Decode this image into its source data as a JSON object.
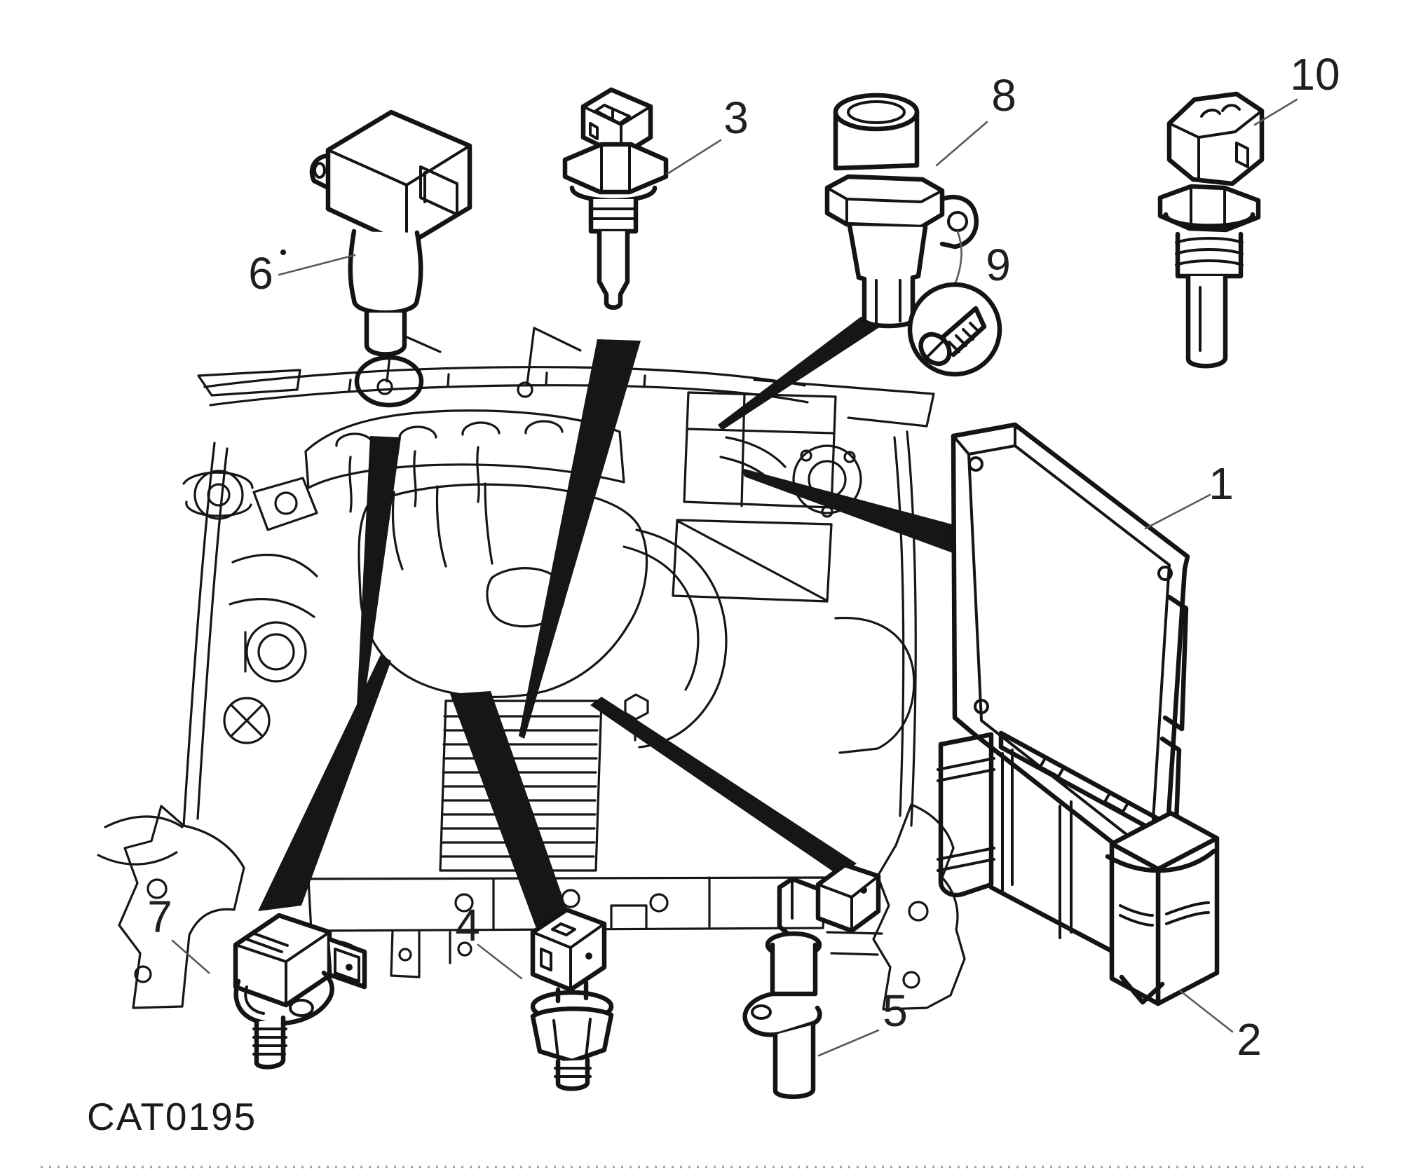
{
  "figure_code": "CAT0195",
  "callouts": [
    {
      "id": 1,
      "label": "1"
    },
    {
      "id": 2,
      "label": "2"
    },
    {
      "id": 3,
      "label": "3"
    },
    {
      "id": 4,
      "label": "4"
    },
    {
      "id": 5,
      "label": "5"
    },
    {
      "id": 6,
      "label": "6"
    },
    {
      "id": 7,
      "label": "7"
    },
    {
      "id": 8,
      "label": "8"
    },
    {
      "id": 9,
      "label": "9"
    },
    {
      "id": 10,
      "label": "10"
    }
  ]
}
